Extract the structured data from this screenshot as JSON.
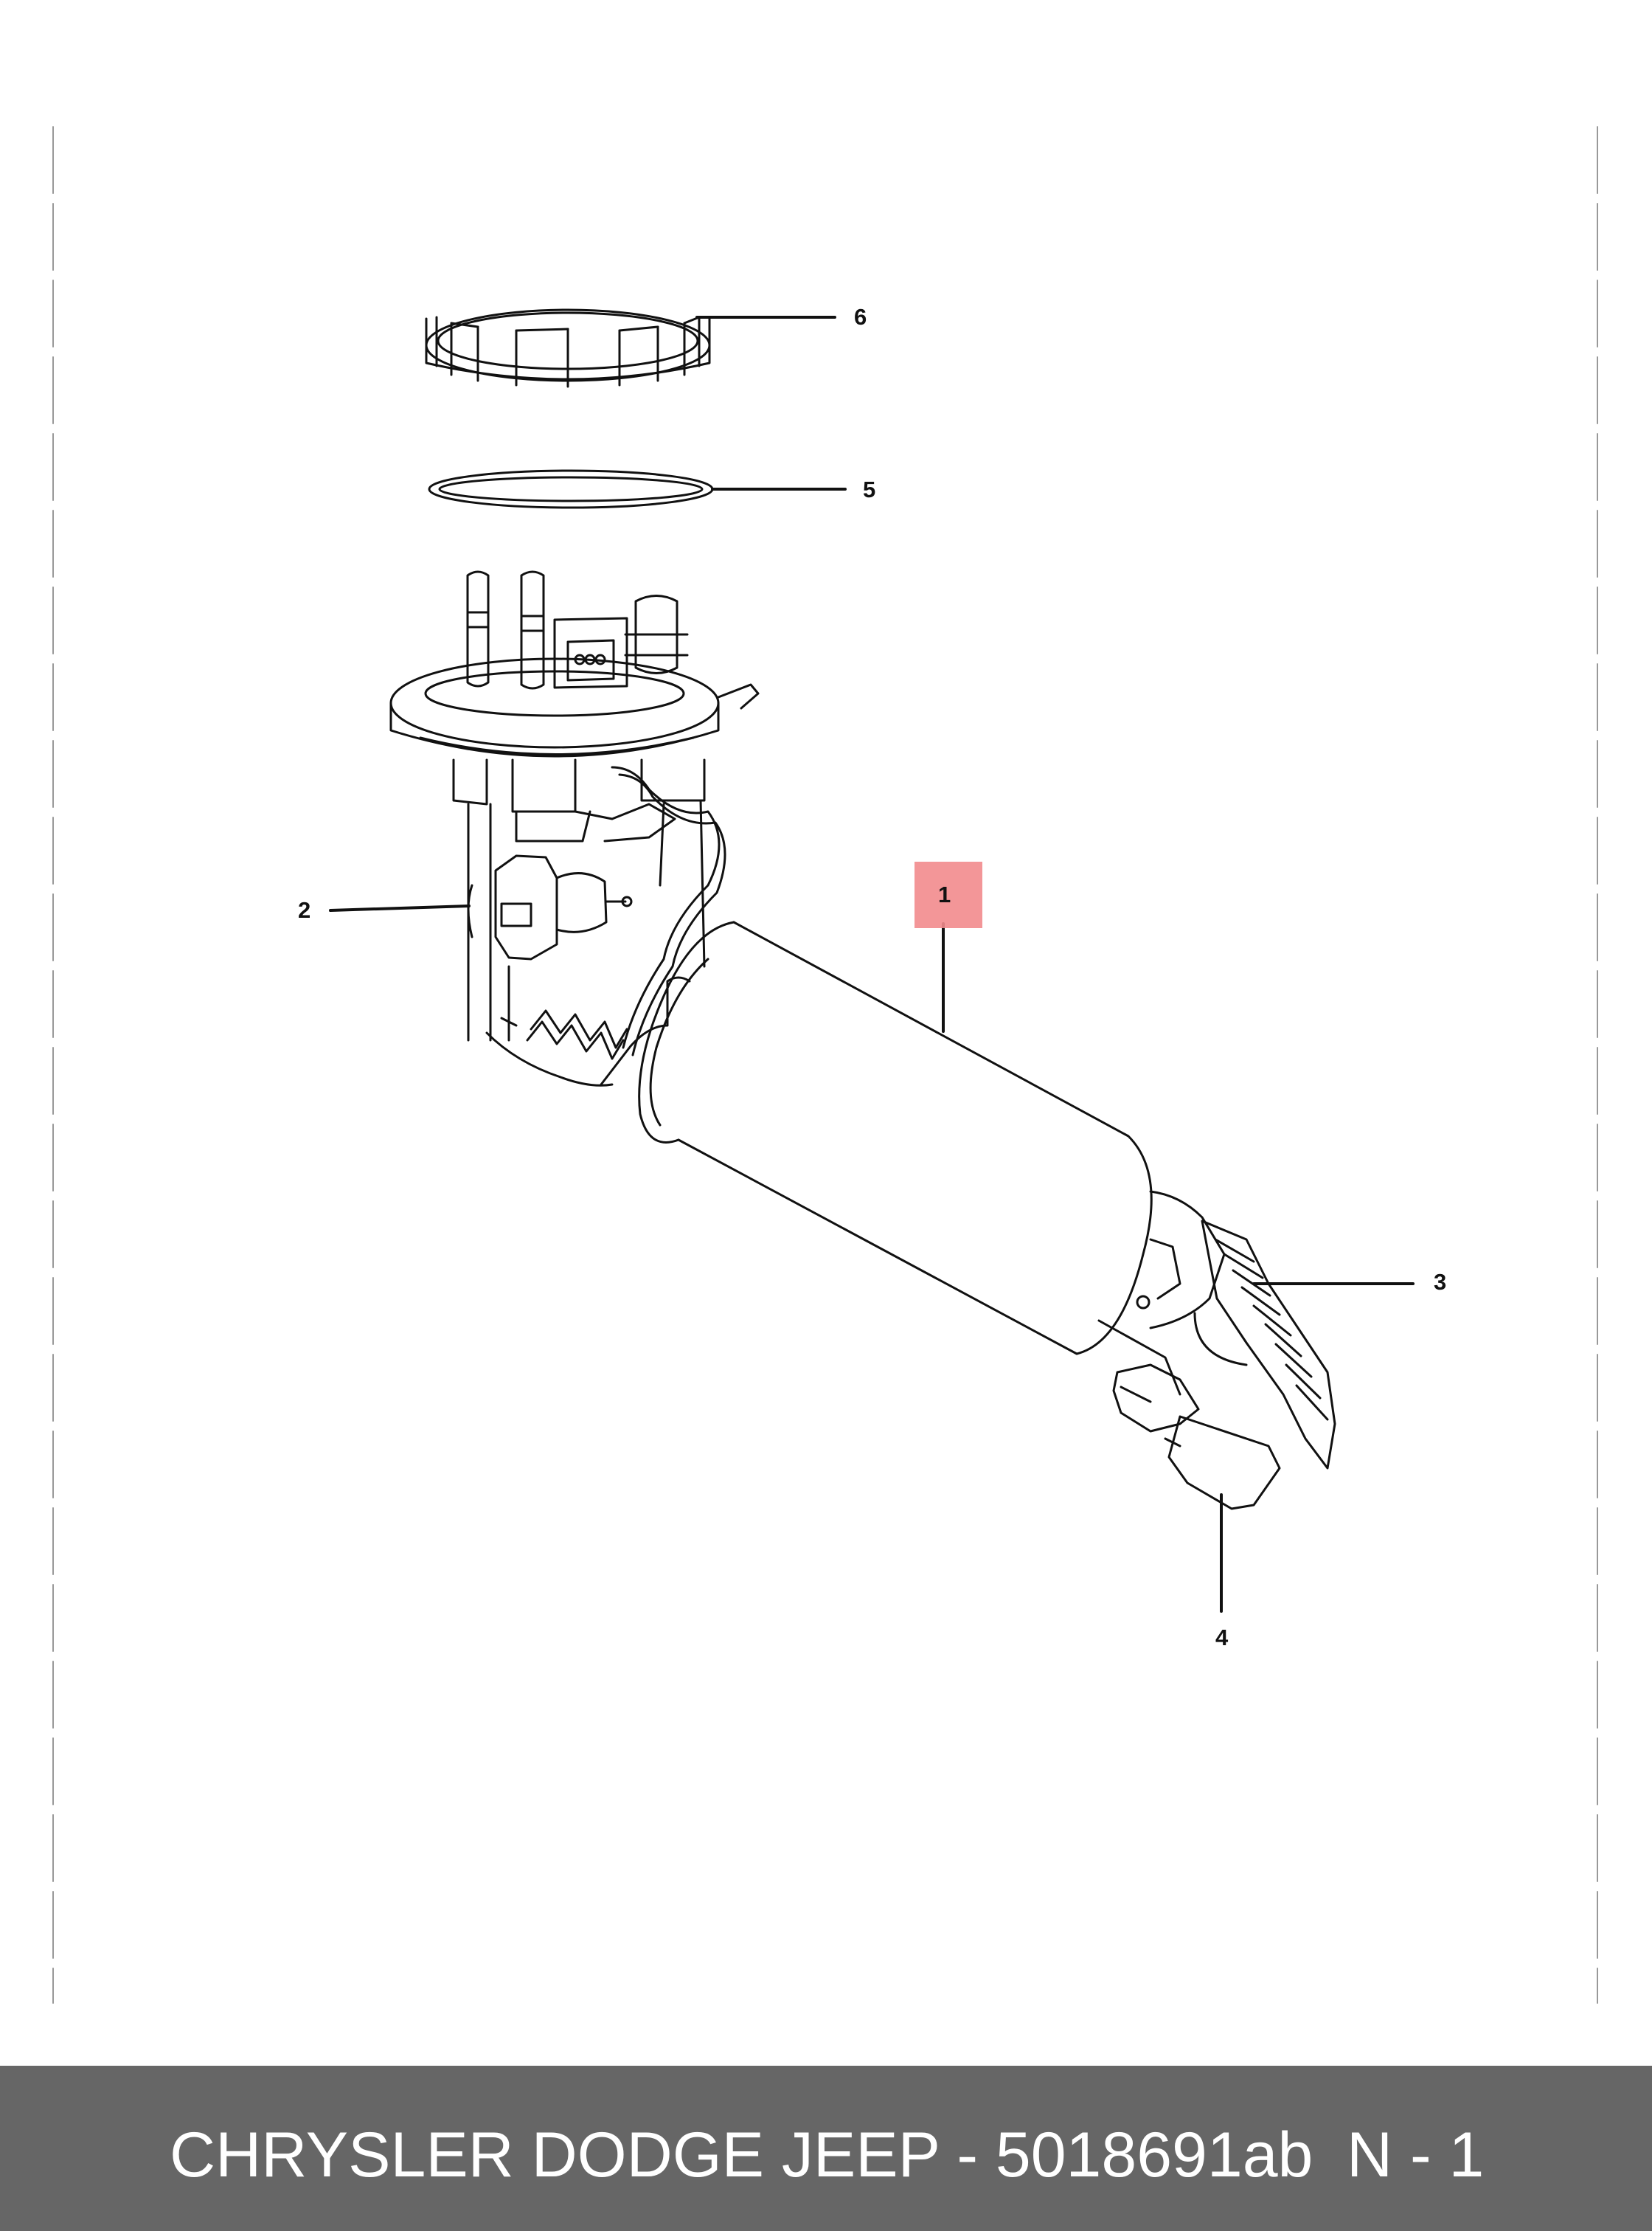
{
  "diagram": {
    "callouts": {
      "c1": "1",
      "c2": "2",
      "c3": "3",
      "c4": "4",
      "c5": "5",
      "c6": "6"
    },
    "highlight_color": "#f28b8d",
    "line_color": "#111111"
  },
  "footer": {
    "title": "CHRYSLER DODGE JEEP - 5018691ab",
    "page": "N - 1",
    "background": "#666666"
  }
}
